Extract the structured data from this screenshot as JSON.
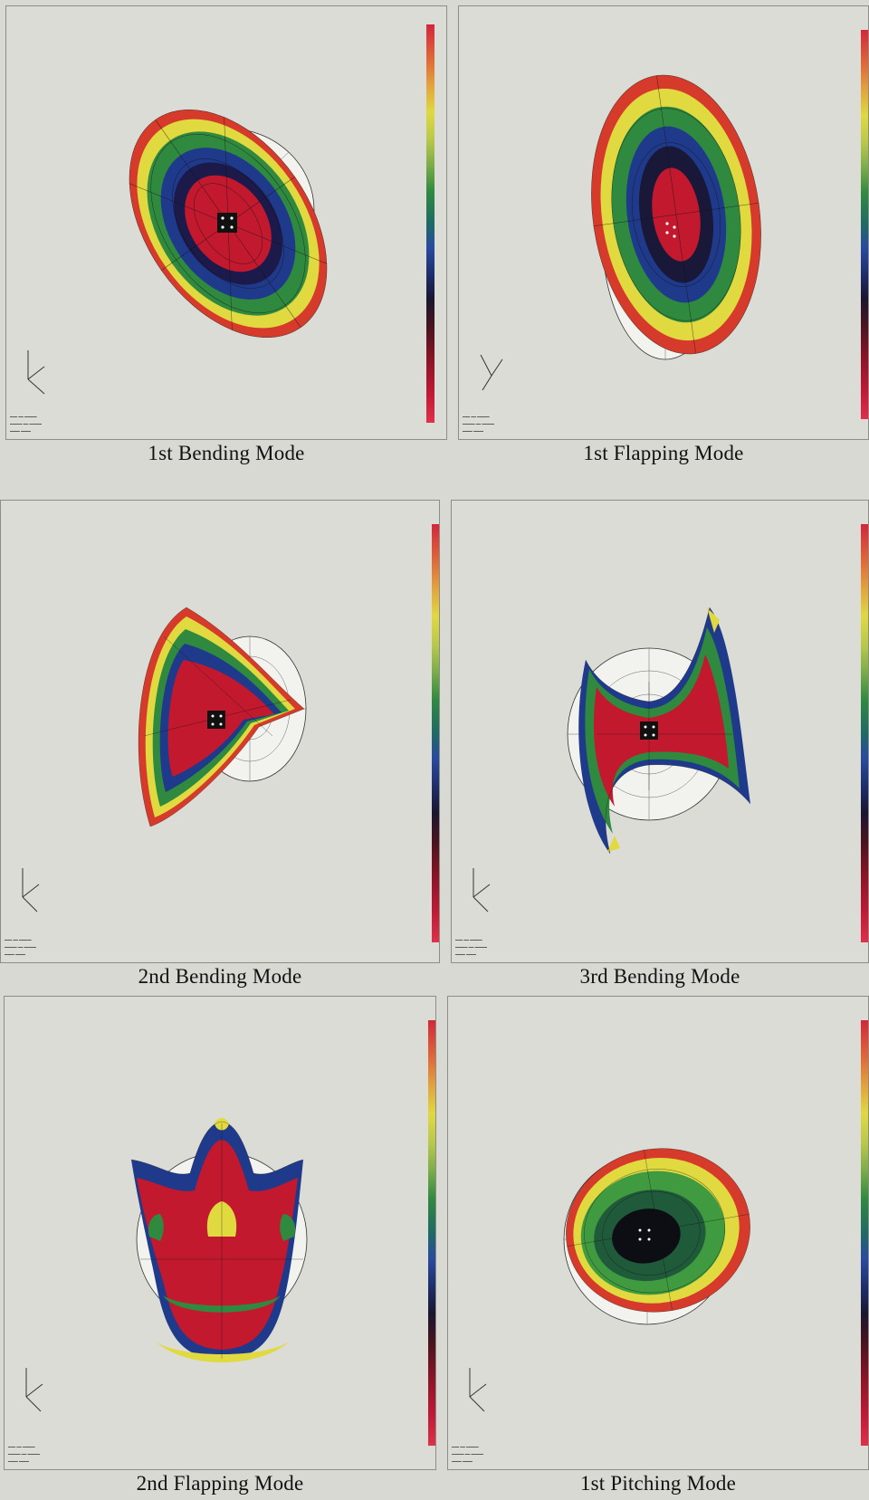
{
  "panels": [
    {
      "id": "p1",
      "caption": "1st Bending Mode",
      "shape": "ellipse",
      "colors": {
        "center": "#c2192e",
        "ring1": "#1c1a4a",
        "ring2": "#2f8a40",
        "ring3": "#e0d940",
        "rim": "#d63a2a"
      }
    },
    {
      "id": "p2",
      "caption": "1st Flapping Mode",
      "shape": "ellipse",
      "colors": {
        "center": "#c2192e",
        "ring1": "#1a1838",
        "ring2": "#2f8a40",
        "ring3": "#e0d940",
        "rim": "#d63a2a"
      }
    },
    {
      "id": "p3",
      "caption": "2nd Bending Mode",
      "shape": "warped",
      "colors": {
        "center": "#c2192e",
        "ring1": "#1f3a8a",
        "ring2": "#2f8a40",
        "ring3": "#e0d940",
        "rim": "#d63a2a"
      }
    },
    {
      "id": "p4",
      "caption": "3rd Bending Mode",
      "shape": "saddle",
      "colors": {
        "center": "#c2192e",
        "ring1": "#1f3a8a",
        "ring2": "#2f8a40",
        "ring3": "#e0d940",
        "rim": "#d63a2a"
      }
    },
    {
      "id": "p5",
      "caption": "2nd Flapping Mode",
      "shape": "crown",
      "colors": {
        "center": "#c2192e",
        "ring1": "#1f3a8a",
        "ring2": "#2f8a40",
        "ring3": "#e0d940",
        "rim": "#d63a2a"
      }
    },
    {
      "id": "p6",
      "caption": "1st Pitching Mode",
      "shape": "disk",
      "colors": {
        "center": "#0d0d14",
        "ring1": "#1f5a3a",
        "ring2": "#3f9a40",
        "ring3": "#e0d940",
        "rim": "#d63a2a"
      }
    }
  ],
  "icons": {
    "mesh": "mesh-grid-icon",
    "triad": "coordinate-axes-icon"
  }
}
